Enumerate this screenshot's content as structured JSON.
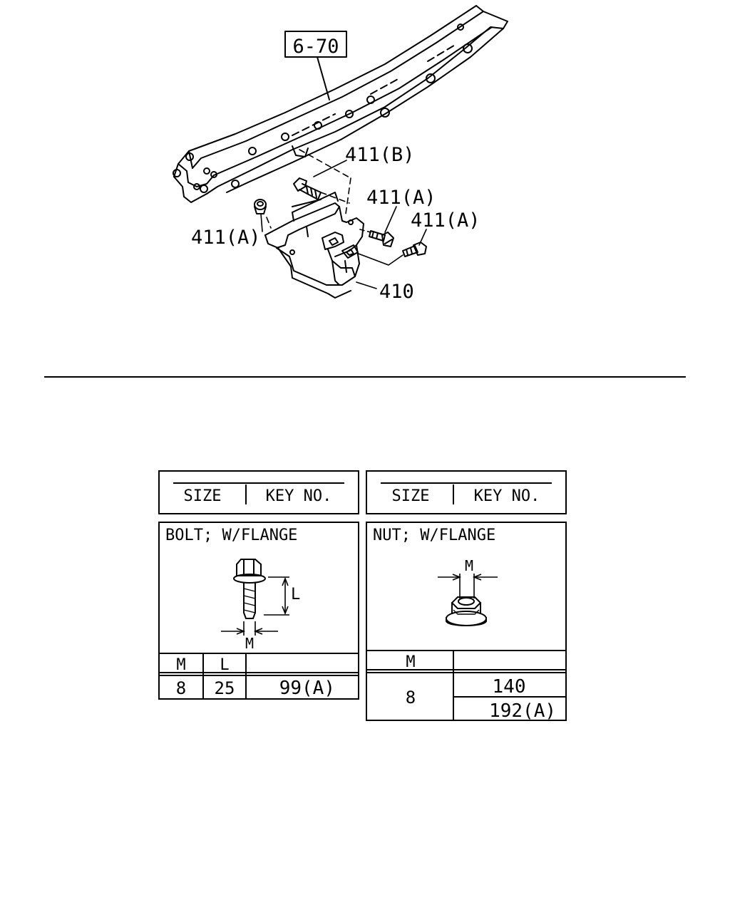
{
  "diagram": {
    "callouts": {
      "ref_box": "6-70",
      "c411B": "411(B)",
      "c411A_top": "411(A)",
      "c411A_right": "411(A)",
      "c411A_left": "411(A)",
      "c410": "410"
    }
  },
  "bolt_table": {
    "header": {
      "size": "SIZE",
      "key_no": "KEY NO."
    },
    "title": "BOLT; W/FLANGE",
    "dim_l": "L",
    "dim_m": "M",
    "columns": {
      "m": "M",
      "l": "L"
    },
    "row": {
      "m": "8",
      "l": "25",
      "key": "99(A)"
    }
  },
  "nut_table": {
    "header": {
      "size": "SIZE",
      "key_no": "KEY NO."
    },
    "title": "NUT; W/FLANGE",
    "dim_m": "M",
    "column_m": "M",
    "row_m": "8",
    "keys": [
      "140",
      "192(A)"
    ]
  }
}
